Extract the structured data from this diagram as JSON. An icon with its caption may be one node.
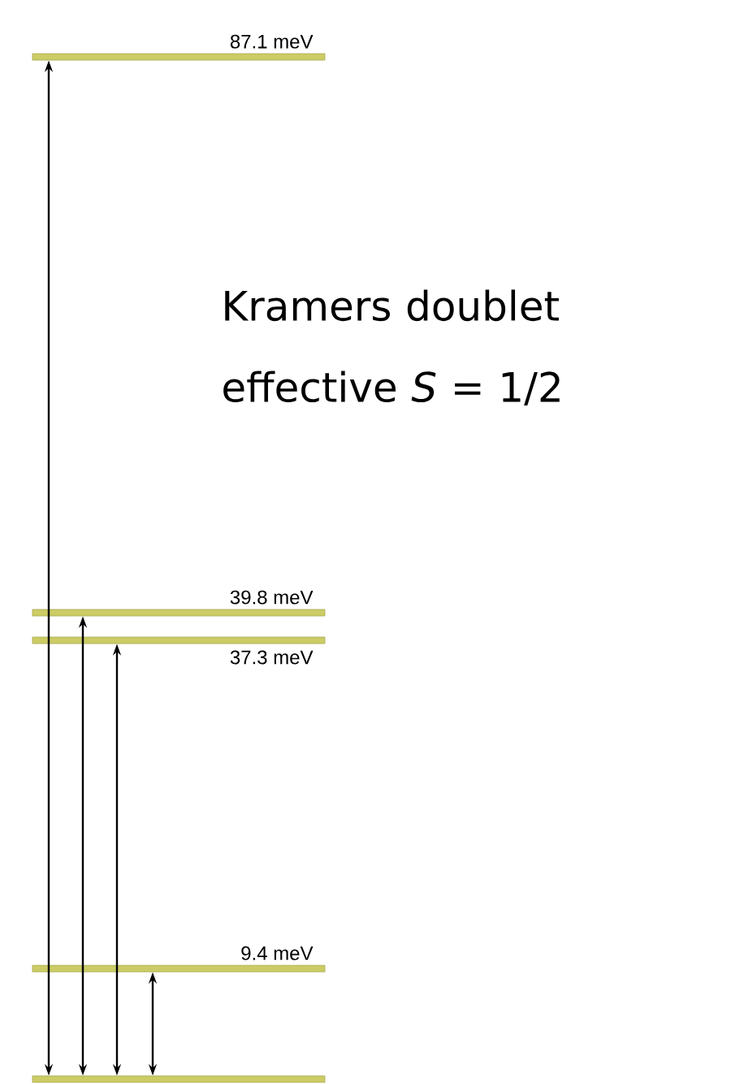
{
  "diagram": {
    "nodes": [
      {
        "text": [],
        "shape": "bar",
        "beside": [
          "87.1 meV"
        ]
      },
      {
        "text": [],
        "shape": "bar",
        "beside": [
          "39.8 meV"
        ]
      },
      {
        "text": [],
        "shape": "bar",
        "beside": [
          "37.3 meV"
        ]
      },
      {
        "text": [],
        "shape": "bar",
        "beside": [
          "9.4 meV"
        ]
      },
      {
        "text": [],
        "shape": "bar"
      }
    ],
    "edges": [
      {
        "from": 4,
        "to": 0,
        "arrow": "both"
      },
      {
        "from": 4,
        "to": 1,
        "arrow": "both"
      },
      {
        "from": 4,
        "to": 2,
        "arrow": "both"
      },
      {
        "from": 4,
        "to": 3,
        "arrow": "both"
      }
    ],
    "labels": [
      "Kramers doublet effective *S* = 1/2"
    ]
  }
}
